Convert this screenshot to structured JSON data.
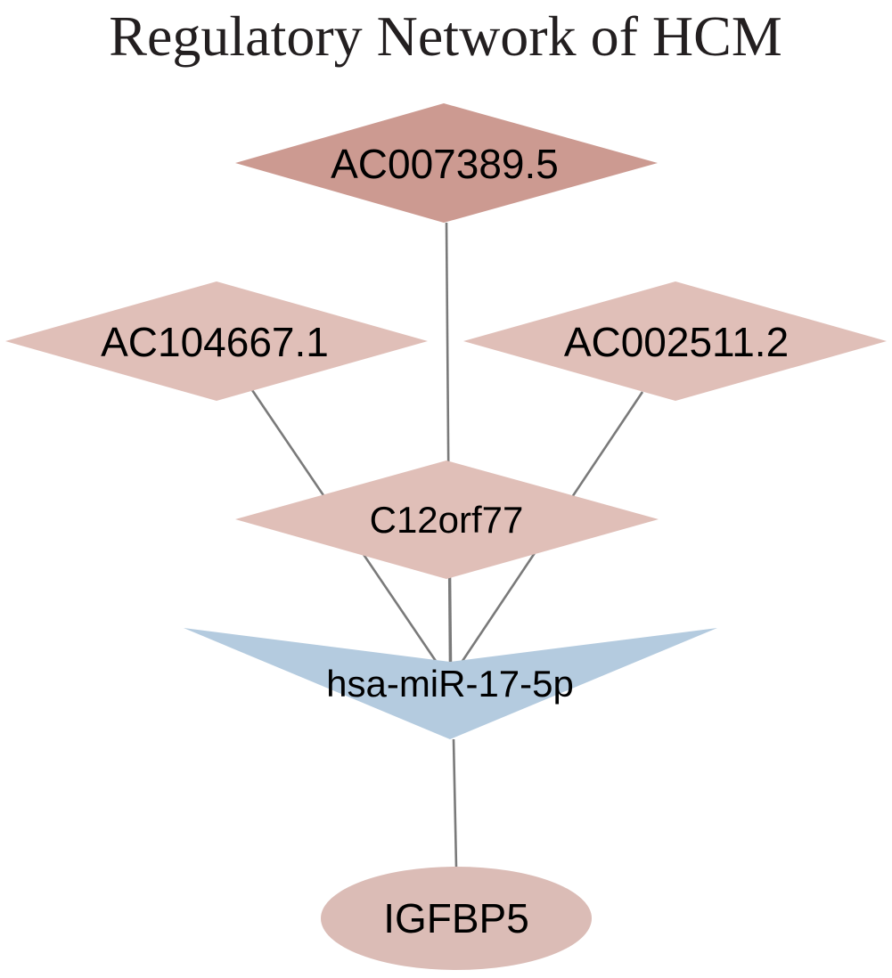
{
  "title": "Regulatory Network of HCM",
  "colors": {
    "lncrna_dark": "#cc9a91",
    "lncrna_light": "#e0bfb8",
    "mirna": "#b4cbdf",
    "mrna": "#dbbcb6",
    "edge": "#7a7a7a"
  },
  "nodes": {
    "ac007389": {
      "label": "AC007389.5",
      "shape": "diamond"
    },
    "ac104667": {
      "label": "AC104667.1",
      "shape": "diamond"
    },
    "ac002511": {
      "label": "AC002511.2",
      "shape": "diamond"
    },
    "c12orf77": {
      "label": "C12orf77",
      "shape": "diamond"
    },
    "mir17": {
      "label": "hsa-miR-17-5p",
      "shape": "v-triangle"
    },
    "igfbp5": {
      "label": "IGFBP5",
      "shape": "ellipse"
    }
  },
  "edges": [
    {
      "from": "AC007389.5",
      "to": "hsa-miR-17-5p"
    },
    {
      "from": "AC104667.1",
      "to": "hsa-miR-17-5p"
    },
    {
      "from": "AC002511.2",
      "to": "hsa-miR-17-5p"
    },
    {
      "from": "C12orf77",
      "to": "hsa-miR-17-5p"
    },
    {
      "from": "hsa-miR-17-5p",
      "to": "IGFBP5"
    }
  ]
}
